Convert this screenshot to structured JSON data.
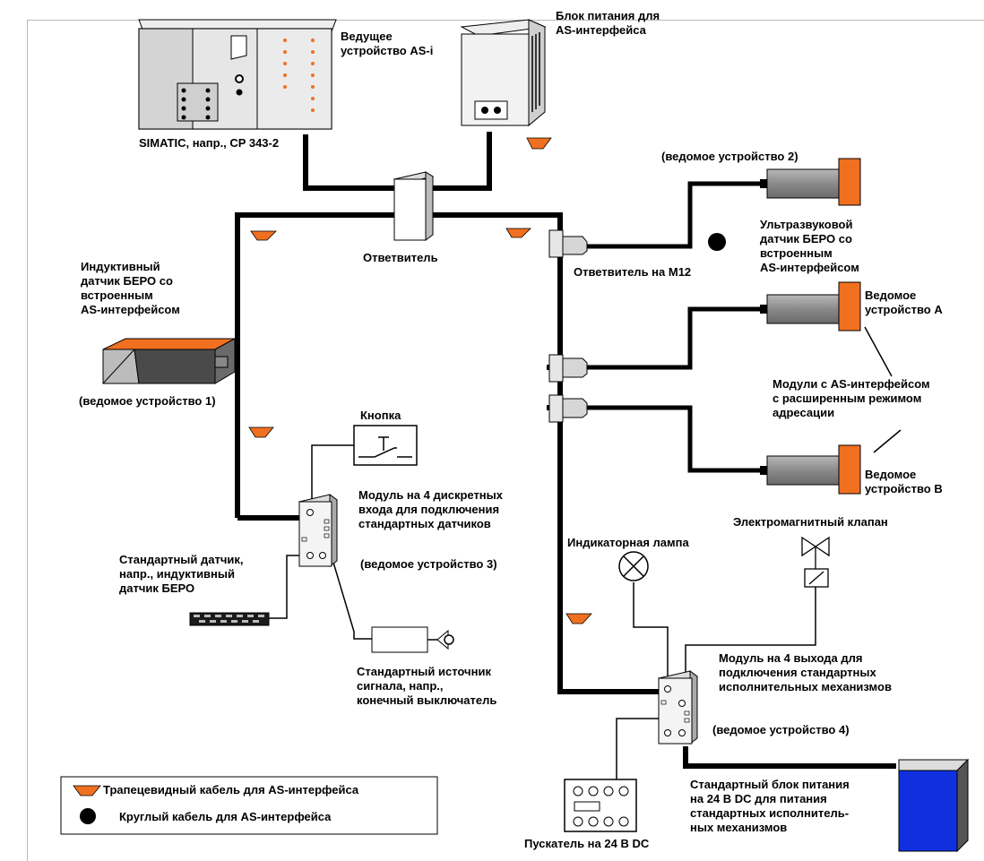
{
  "labels": {
    "master": "Ведущее\nустройство AS-i",
    "power_supply": "Блок питания для\nAS-интерфейса",
    "simatic": "SIMATIC, напр., CP 343-2",
    "slave2": "(ведомое устройство 2)",
    "ultrasonic": "Ультразвуковой\nдатчик БЕРО со\nвстроенным\nAS-интерфейсом",
    "coupler": "Ответвитель",
    "coupler_m12": "Ответвитель на M12",
    "inductive": "Индуктивный\nдатчик БЕРО со\nвстроенным\nAS-интерфейсом",
    "slave1": "(ведомое устройство 1)",
    "slave_a": "Ведомое\nустройство A",
    "ext_modules": "Модули с AS-интерфейсом\nс расширенным режимом\nадресации",
    "button": "Кнопка",
    "slave_b": "Ведомое\nустройство B",
    "module_in": "Модуль на 4 дискретных\nвхода для подключения\nстандартных датчиков",
    "solenoid": "Электромагнитный клапан",
    "std_sensor": "Стандартный датчик,\nнапр., индуктивный\nдатчик БЕРО",
    "slave3": "(ведомое устройство 3)",
    "lamp": "Индикаторная лампа",
    "std_source": "Стандартный источник\nсигнала,  напр.,\nконечный выключатель",
    "module_out": "Модуль на 4 выхода для\nподключения стандартных\nисполнительных механизмов",
    "slave4": "(ведомое устройство 4)",
    "std_psu": "Стандартный блок питания\nна 24 В DC для питания\nстандартных исполнитель-\nных механизмов",
    "starter": "Пускатель на 24 В DC"
  },
  "legend": {
    "trapezoid": "Трапецевидный кабель для AS-интерфейса",
    "round": "Круглый кабель для AS-интерфейса"
  },
  "colors": {
    "cable_flat": "#f07020",
    "sensor_head": "#f07020",
    "psu_blue": "#1030e0"
  }
}
